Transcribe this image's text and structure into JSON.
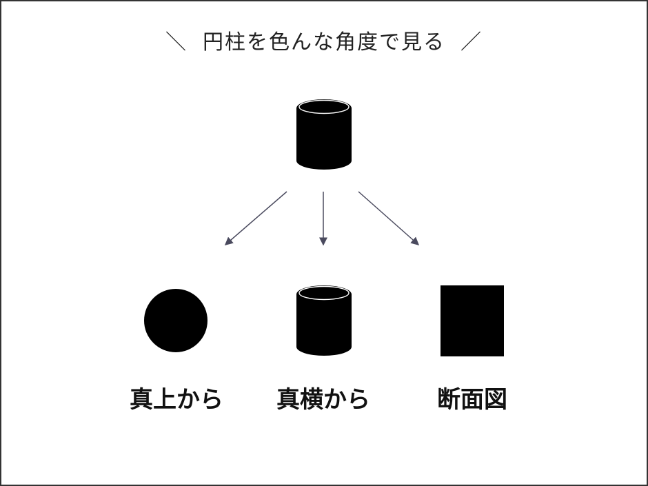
{
  "title": {
    "left_mark": "＼",
    "text": "円柱を色んな角度で見る",
    "right_mark": "／"
  },
  "views": [
    {
      "label": "真上から",
      "shape": "circle"
    },
    {
      "label": "真横から",
      "shape": "cylinder"
    },
    {
      "label": "断面図",
      "shape": "square"
    }
  ],
  "colors": {
    "shape": "#000000",
    "arrow": "#4a4a5e",
    "border": "#333333"
  }
}
